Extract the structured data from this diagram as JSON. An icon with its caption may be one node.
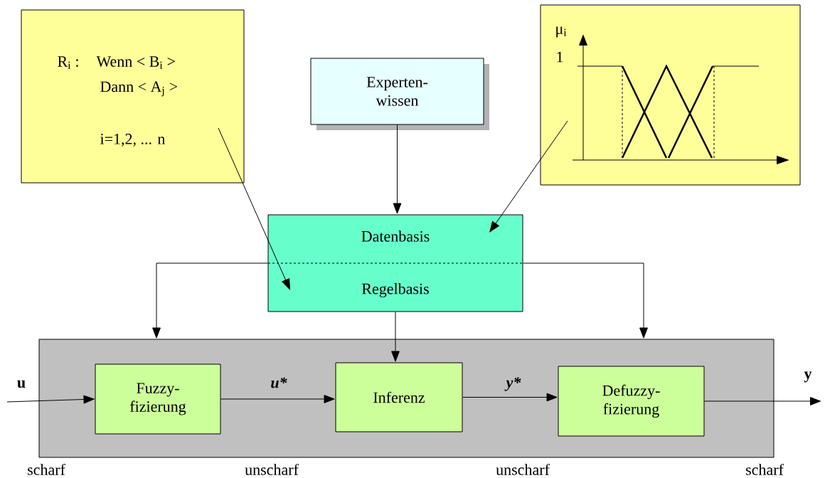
{
  "diagram": {
    "nodes": [
      {
        "text": [
          "R$_{i}$ :",
          "Wenn < B$_{i}$ >",
          "Dann < A$_{j}$ >",
          "i=1,2, ... n"
        ]
      },
      {
        "text": [
          "Experten- wissen"
        ]
      },
      {
        "text": [
          "μ$_{i}$",
          "1"
        ]
      },
      {
        "text": [
          "Datenbasis",
          "Regelbasis"
        ]
      },
      {
        "text": [],
        "shape": "box"
      },
      {
        "text": [
          "Fuzzy- fizierung"
        ],
        "in": 4
      },
      {
        "text": [
          "Inferenz"
        ],
        "in": 4
      },
      {
        "text": [
          "Defuzzy- fizierung"
        ],
        "in": 4
      }
    ],
    "edges": [
      {
        "from": 1,
        "to": 3,
        "arrow": "to"
      },
      {
        "from": 0,
        "to": 3,
        "arrow": "to"
      },
      {
        "from": 2,
        "to": 3,
        "arrow": "to"
      },
      {
        "from": 3,
        "to": 4,
        "arrow": "to"
      },
      {
        "from": 3,
        "to": 6,
        "arrow": "to"
      },
      {
        "from": 3,
        "to": 4,
        "arrow": "to"
      },
      {
        "from": null,
        "to": 5,
        "arrow": "to",
        "label": "u"
      },
      {
        "from": 5,
        "to": 6,
        "arrow": "to",
        "label": "u*"
      },
      {
        "from": 6,
        "to": 7,
        "arrow": "to",
        "label": "y*"
      },
      {
        "from": 7,
        "to": null,
        "arrow": "to",
        "label": "y"
      }
    ],
    "labels": [
      "scharf",
      "unscharf",
      "unscharf",
      "scharf"
    ]
  }
}
